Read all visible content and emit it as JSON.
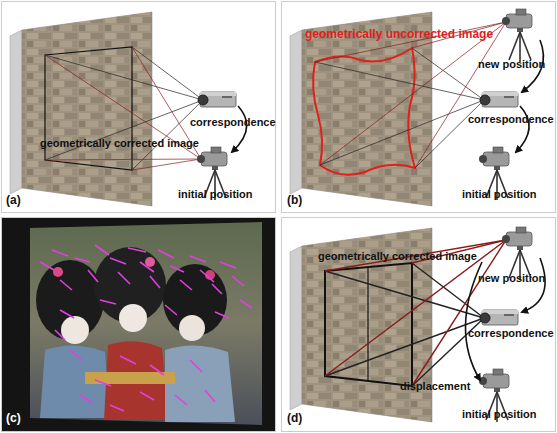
{
  "diagram": {
    "labels": [
      "correspondence",
      "geometrically corrected image",
      "initial position",
      "(a)",
      "geometrically uncorrected image",
      "new position",
      "correspondence",
      "initial position",
      "(b)",
      "(c)",
      "geometrically corrected image",
      "new position",
      "correspondence",
      "displacement",
      "initial position",
      "(d)"
    ]
  }
}
